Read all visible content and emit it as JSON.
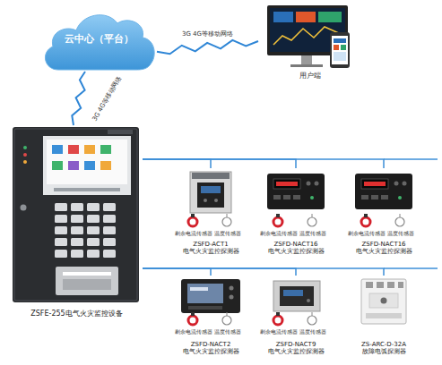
{
  "diagram": {
    "nodes": [
      {
        "text": [
          "云中心（平台）"
        ]
      },
      {
        "text": [
          "用户端"
        ]
      },
      {
        "text": [
          "ZSFE-255电气火灾监控设备"
        ]
      },
      {
        "text": [
          "ZSFD-ACT1 电气火灾监控探测器"
        ]
      },
      {
        "text": [
          "ZSFD-NACT16 电气火灾监控探测器"
        ]
      },
      {
        "text": [
          "ZSFD-NACT16 电气火灾监控探测器"
        ]
      },
      {
        "text": [
          "ZSFD-NACT2 电气火灾监控探测器"
        ]
      },
      {
        "text": [
          "ZSFD-NACT9 电气火灾监控探测器"
        ]
      },
      {
        "text": [
          "ZS-ARC-D-32A 故障电弧探测器"
        ]
      }
    ],
    "edges": [
      {
        "from": 0,
        "to": 1,
        "arrow": "none",
        "label": "3G 4G等移动网络"
      },
      {
        "from": 0,
        "to": 2,
        "arrow": "none",
        "label": "3G 4G等移动网络"
      },
      {
        "from": 2,
        "to": 3,
        "arrow": "none"
      },
      {
        "from": 2,
        "to": 4,
        "arrow": "none"
      },
      {
        "from": 2,
        "to": 5,
        "arrow": "none"
      },
      {
        "from": 2,
        "to": 6,
        "arrow": "none"
      },
      {
        "from": 2,
        "to": 7,
        "arrow": "none"
      },
      {
        "from": 2,
        "to": 8,
        "arrow": "none"
      }
    ],
    "labels": [
      "剩余电流传感器",
      "温度传感器",
      "剩余电流传感器",
      "温度传感器",
      "剩余电流传感器",
      "温度传感器",
      "剩余电流传感器",
      "温度传感器",
      "剩余电流传感器",
      "温度传感器"
    ]
  }
}
